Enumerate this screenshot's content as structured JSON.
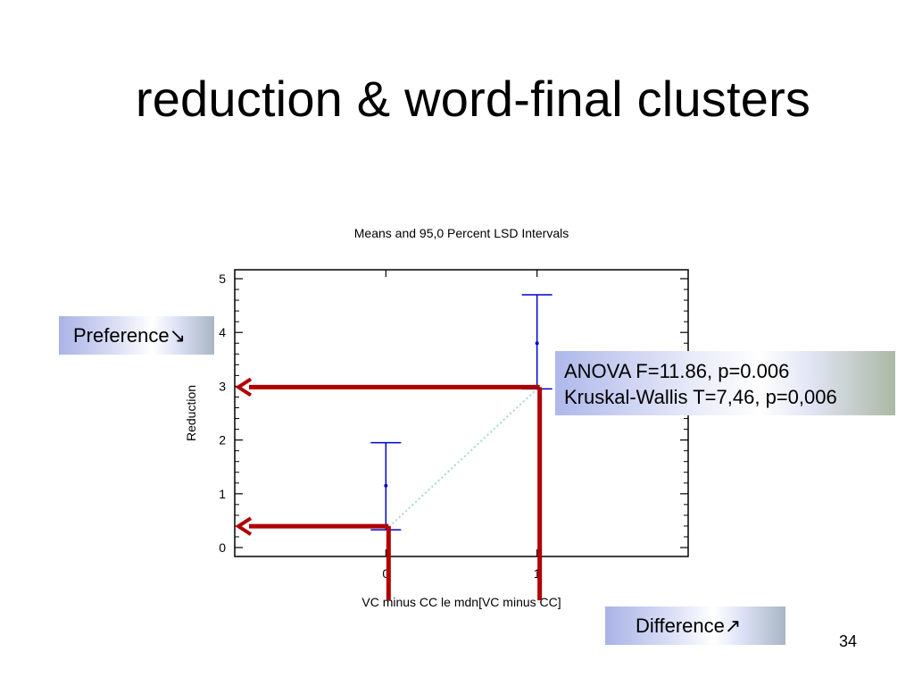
{
  "slide": {
    "title": "reduction & word-final clusters",
    "page_number": "34"
  },
  "annotations": {
    "preference_label": "Preference↘",
    "difference_label": "Difference↗",
    "stats_line1": "ANOVA F=11.86, p=0.006",
    "stats_line2": "Kruskal-Wallis T=7,46, p=0,006",
    "arrow_color": "#b00000"
  },
  "chart_data": {
    "type": "scatter",
    "title": "Means and 95,0 Percent LSD Intervals",
    "xlabel": "VC minus CC le mdn[VC minus CC]",
    "ylabel": "Reduction",
    "categories": [
      "0",
      "1"
    ],
    "xlim": [
      -1,
      2
    ],
    "ylim": [
      0,
      5
    ],
    "yticks": [
      0,
      1,
      2,
      3,
      4,
      5
    ],
    "grid": false,
    "points": [
      {
        "x": "0",
        "mean": 1.15,
        "lower": 0.33,
        "upper": 1.95
      },
      {
        "x": "1",
        "mean": 3.8,
        "lower": 2.95,
        "upper": 4.7
      }
    ],
    "series_color": "#0000cc",
    "trend_color": "#a8d8cc"
  }
}
